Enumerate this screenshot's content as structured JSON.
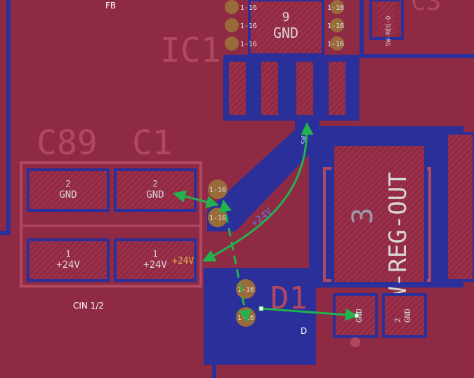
{
  "view": {
    "labels": {
      "fb": "FB",
      "cin": "CIN 1/2",
      "d": "D"
    },
    "refdes": {
      "ic1": "IC1",
      "c89": "C89",
      "c1": "C1",
      "d1": "D1",
      "c3_partial": "C3"
    },
    "pads": {
      "ic_gnd_num": "9",
      "ic_gnd_net": "GND",
      "c89_top_num": "2",
      "c89_top_net": "GND",
      "c89_bot_num": "1",
      "c89_bot_net": "+24V",
      "c1_top_num": "2",
      "c1_top_net": "GND",
      "c1_bot_num": "1",
      "c1_bot_net": "+24V",
      "big_num": "3",
      "big_net": "SW-REG-OUT",
      "d1_left_net": "GND",
      "d1_right_num": "2",
      "d1_right_net": "GND",
      "side_partial": "SW-REG-O"
    },
    "vias": {
      "label": "1-16"
    },
    "nets": {
      "plus24": "+24V",
      "trace_label": "+24V",
      "ic_pin_label": "SW"
    }
  },
  "colors": {
    "board": "#8f2a45",
    "copper": "#2b2f9a",
    "pad": "#9a2f4a",
    "silk": "#d6d6d6",
    "via": "#9a6b3a",
    "ratsnest": "#23b24c"
  }
}
